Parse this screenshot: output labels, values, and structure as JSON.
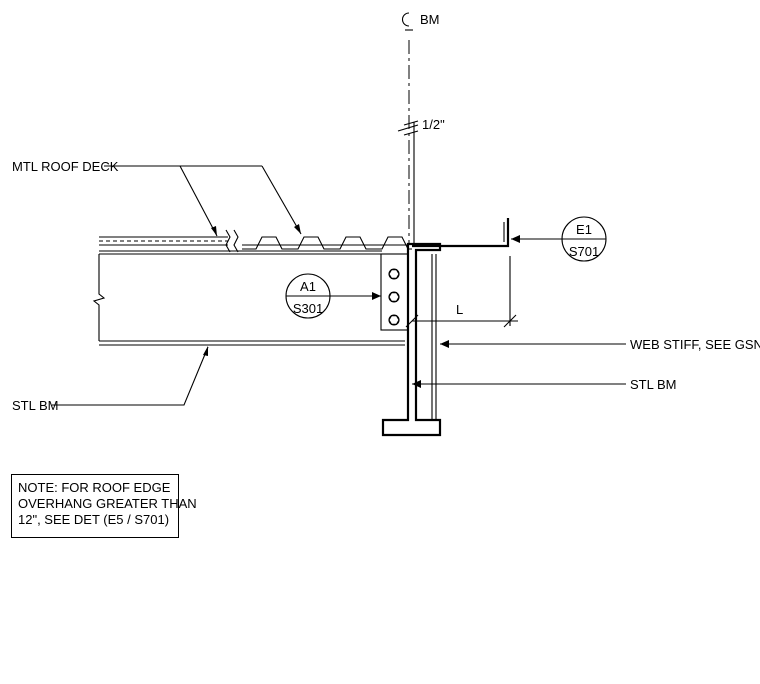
{
  "labels": {
    "centerline": "BM",
    "dimension_half_inch": "1/2\"",
    "deck": "MTL ROOF DECK",
    "beam_left": "STL BM",
    "web_stiff": "WEB STIFF, SEE GSN",
    "beam_right": "STL BM",
    "dimension_l": "L"
  },
  "callouts": {
    "a1": {
      "detail": "A1",
      "sheet": "S301"
    },
    "e1": {
      "detail": "E1",
      "sheet": "S701"
    }
  },
  "note": {
    "lines": [
      "NOTE: FOR ROOF EDGE",
      "OVERHANG GREATER THAN",
      "12\", SEE DET (E5 / S701)"
    ]
  }
}
